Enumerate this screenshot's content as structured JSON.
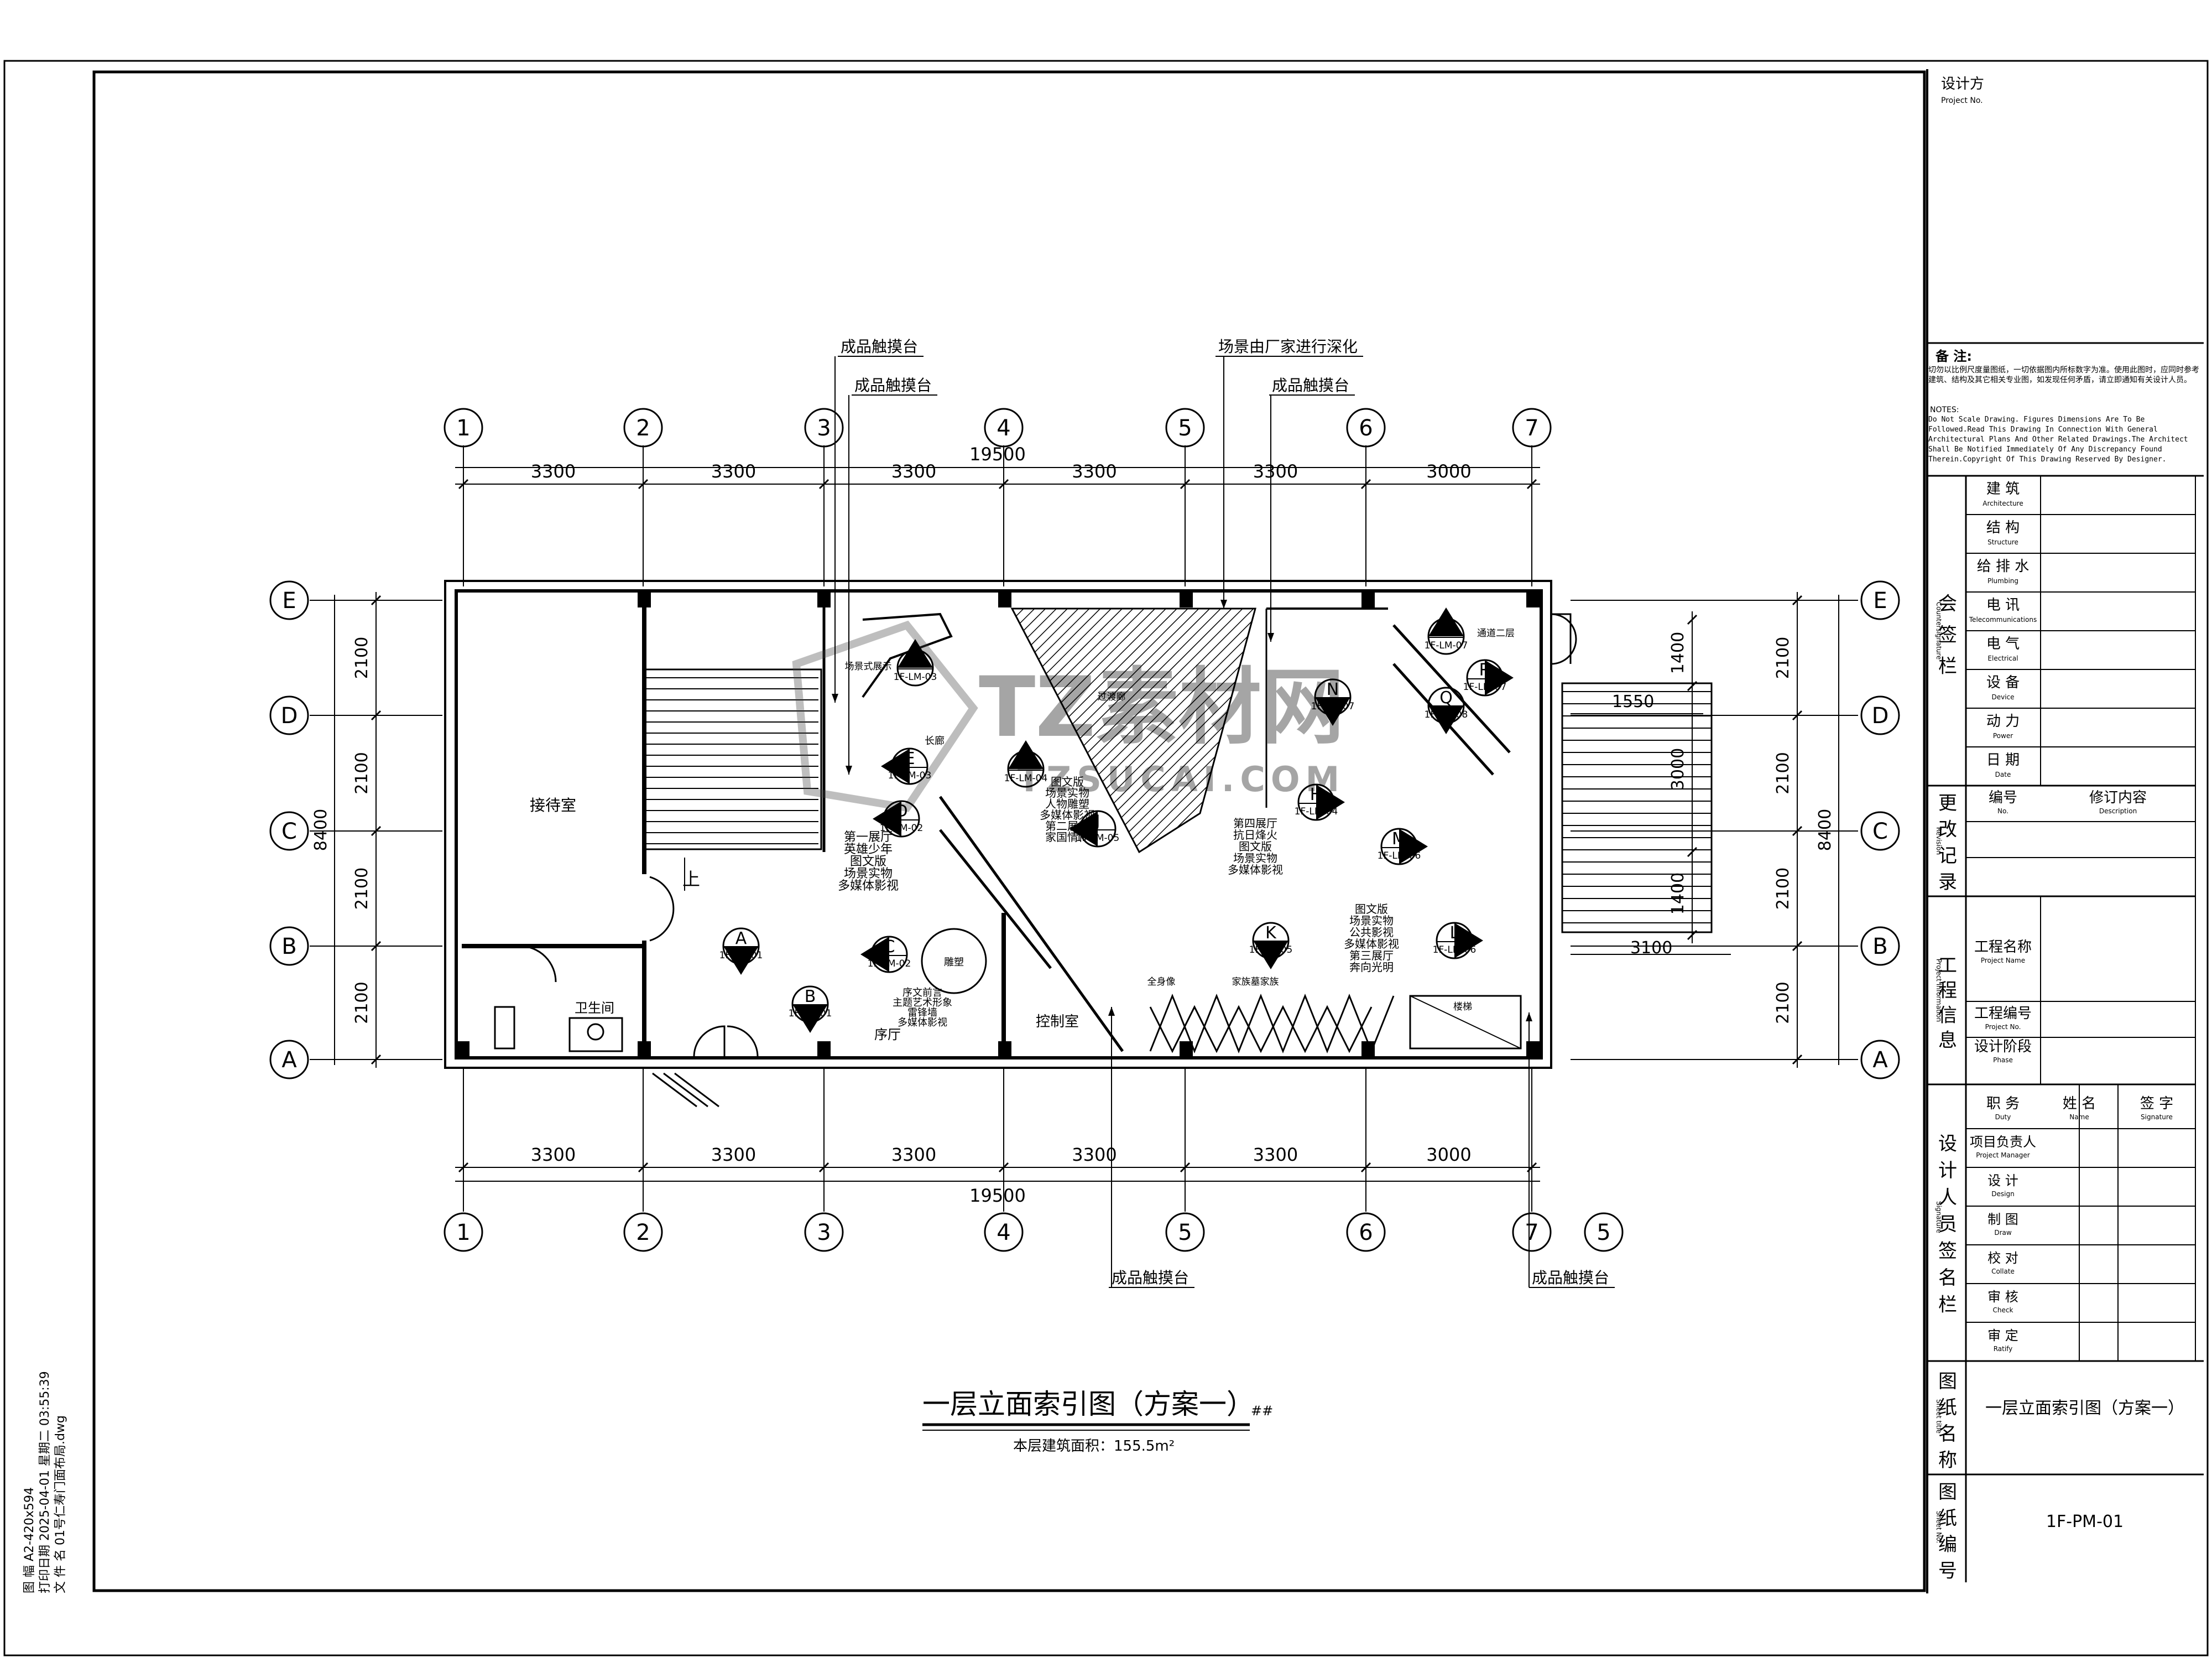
{
  "drawing": {
    "title": "一层立面索引图（方案一）",
    "title_suffix": "##",
    "area_note": "本层建筑面积：155.5m²",
    "grid_cols": [
      "1",
      "2",
      "3",
      "4",
      "5",
      "6",
      "7"
    ],
    "extra_col": "5",
    "grid_rows": [
      "E",
      "D",
      "C",
      "B",
      "A"
    ],
    "dims_top": [
      "3300",
      "3300",
      "3300",
      "3300",
      "3300",
      "3000"
    ],
    "dims_bottom": [
      "3300",
      "3300",
      "3300",
      "3300",
      "3300",
      "3000"
    ],
    "total_width": "19500",
    "dims_left": [
      "2100",
      "2100",
      "2100",
      "2100"
    ],
    "total_height": "8400",
    "dims_right": [
      "2100",
      "2100",
      "2100",
      "2100"
    ],
    "dims_right_inner": [
      "1400",
      "3000",
      "1400"
    ],
    "stair_dim_top": "1550",
    "stair_dim_bottom": "3100",
    "callouts_top": [
      "成品触摸台",
      "成品触摸台",
      "场景由厂家进行深化",
      "成品触摸台"
    ],
    "callouts_bottom": [
      "成品触摸台",
      "成品触摸台"
    ],
    "rooms": {
      "reception": "接待室",
      "toilet": "卫生间",
      "hall": "序厅",
      "control": "控制室",
      "up": "上"
    },
    "exhibits": {
      "hall1": [
        "第一展厅",
        "英雄少年",
        "图文版",
        "场景实物",
        "多媒体影视"
      ],
      "hall2": [
        "图文版",
        "场景实物",
        "人物雕塑",
        "多媒体影视",
        "第二展厅",
        "家国情怀"
      ],
      "hall4": [
        "第四展厅",
        "抗日烽火",
        "图文版",
        "场景实物",
        "多媒体影视"
      ],
      "hall3": [
        "图文版",
        "场景实物",
        "公共影视",
        "多媒体影视",
        "第三展厅",
        "奔向光明"
      ],
      "hall0": [
        "序文前言",
        "主题艺术形象",
        "雷锋墙",
        "多媒体影视"
      ],
      "round": "雕塑",
      "dragon": "长廊",
      "stage": "全身像",
      "grid": "家族墓家族",
      "small1": "场景式展示",
      "small2": "过渡廊",
      "small3": "楼梯",
      "small4": "通道二层"
    },
    "markers": [
      {
        "letter": "A",
        "code": "1F-LM-01"
      },
      {
        "letter": "B",
        "code": "1F-LM-01"
      },
      {
        "letter": "C",
        "code": "1F-LM-02"
      },
      {
        "letter": "D",
        "code": "1F-LM-02"
      },
      {
        "letter": "E",
        "code": "1F-LM-03"
      },
      {
        "letter": "F",
        "code": "1F-LM-03"
      },
      {
        "letter": "G",
        "code": "1F-LM-04"
      },
      {
        "letter": "H",
        "code": "1F-LM-04"
      },
      {
        "letter": "J",
        "code": "1F-LM-05"
      },
      {
        "letter": "K",
        "code": "1F-LM-05"
      },
      {
        "letter": "M",
        "code": "1F-LM-06"
      },
      {
        "letter": "L",
        "code": "1F-LM-06"
      },
      {
        "letter": "N",
        "code": "1F-LM-07"
      },
      {
        "letter": "P",
        "code": "1F-LM-07"
      },
      {
        "letter": "R",
        "code": "1F-LM-07"
      },
      {
        "letter": "Q",
        "code": "1F-LM-08"
      }
    ],
    "watermark": {
      "brand": "TZ素材网",
      "url": "TZSUCAI.COM"
    },
    "side_note": {
      "line1": "图   幅   A2-420x594",
      "line2": "打印日期   2025-04-01 星期二 03:55:39",
      "line3": "文 件 名   01号仁寿门面布局.dwg"
    }
  },
  "titleblock": {
    "designer_label": "设计方",
    "designer_en": "Project No.",
    "notes_label": "备   注:",
    "notes_cn": "切勿以比例尺度量图纸，一切依据图内所标数字为准。使用此图时，应同时参考建筑、结构及其它相关专业图，如发现任何矛盾，请立即通知有关设计人员。",
    "notes_en_title": "NOTES:",
    "notes_en": "Do Not Scale Drawing. Figures Dimensions Are To Be Followed.Read This Drawing In Connection With General Architectural Plans And Other Related Drawings.The Architect Shall Be Notified Immediately Of Any Discrepancy Found Therein.Copyright Of This Drawing Reserved By Designer.",
    "cosign_label": "会签栏",
    "cosign_en": "Countersignature",
    "cosign_rows": [
      {
        "cn": "建   筑",
        "en": "Architecture"
      },
      {
        "cn": "结   构",
        "en": "Structure"
      },
      {
        "cn": "给 排 水",
        "en": "Plumbing"
      },
      {
        "cn": "电   讯",
        "en": "Telecommunications"
      },
      {
        "cn": "电   气",
        "en": "Electrical"
      },
      {
        "cn": "设   备",
        "en": "Device"
      },
      {
        "cn": "动   力",
        "en": "Power"
      },
      {
        "cn": "日   期",
        "en": "Date"
      }
    ],
    "revision_label": "更改记录",
    "revision_en": "Revision",
    "revision_no": "编号",
    "revision_no_en": "No.",
    "revision_desc": "修订内容",
    "revision_desc_en": "Description",
    "project_label": "工程信息",
    "project_en": "Project Information",
    "project_rows": [
      {
        "cn": "工程名称",
        "en": "Project Name"
      },
      {
        "cn": "工程编号",
        "en": "Project No."
      },
      {
        "cn": "设计阶段",
        "en": "Phase"
      }
    ],
    "sign_label": "设计人员签名栏",
    "sign_en": "Signature",
    "sign_head": [
      {
        "cn": "职   务",
        "en": "Duty"
      },
      {
        "cn": "姓   名",
        "en": "Name"
      },
      {
        "cn": "签   字",
        "en": "Signature"
      }
    ],
    "sign_rows": [
      {
        "cn": "项目负责人",
        "en": "Project Manager"
      },
      {
        "cn": "设   计",
        "en": "Design"
      },
      {
        "cn": "制   图",
        "en": "Draw"
      },
      {
        "cn": "校   对",
        "en": "Collate"
      },
      {
        "cn": "审   核",
        "en": "Check"
      },
      {
        "cn": "审   定",
        "en": "Ratify"
      }
    ],
    "sheet_name_label": "图纸名称",
    "sheet_name_en": "Sheet title",
    "sheet_name": "一层立面索引图（方案一）",
    "sheet_no_label": "图纸编号",
    "sheet_no_en": "Sheet No.",
    "sheet_no": "1F-PM-01"
  }
}
